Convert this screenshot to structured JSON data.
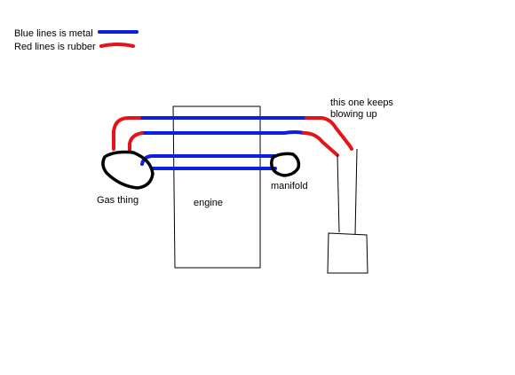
{
  "legend": {
    "metal_label": "Blue lines is metal",
    "rubber_label": "Red lines is rubber"
  },
  "labels": {
    "gas_thing": "Gas thing",
    "engine": "engine",
    "manifold": "manifold",
    "note_line1": "this one keeps",
    "note_line2": "blowing up"
  },
  "colors": {
    "metal": "#0a1fe0",
    "rubber": "#e4141a",
    "outline": "#000000",
    "background": "#ffffff"
  }
}
